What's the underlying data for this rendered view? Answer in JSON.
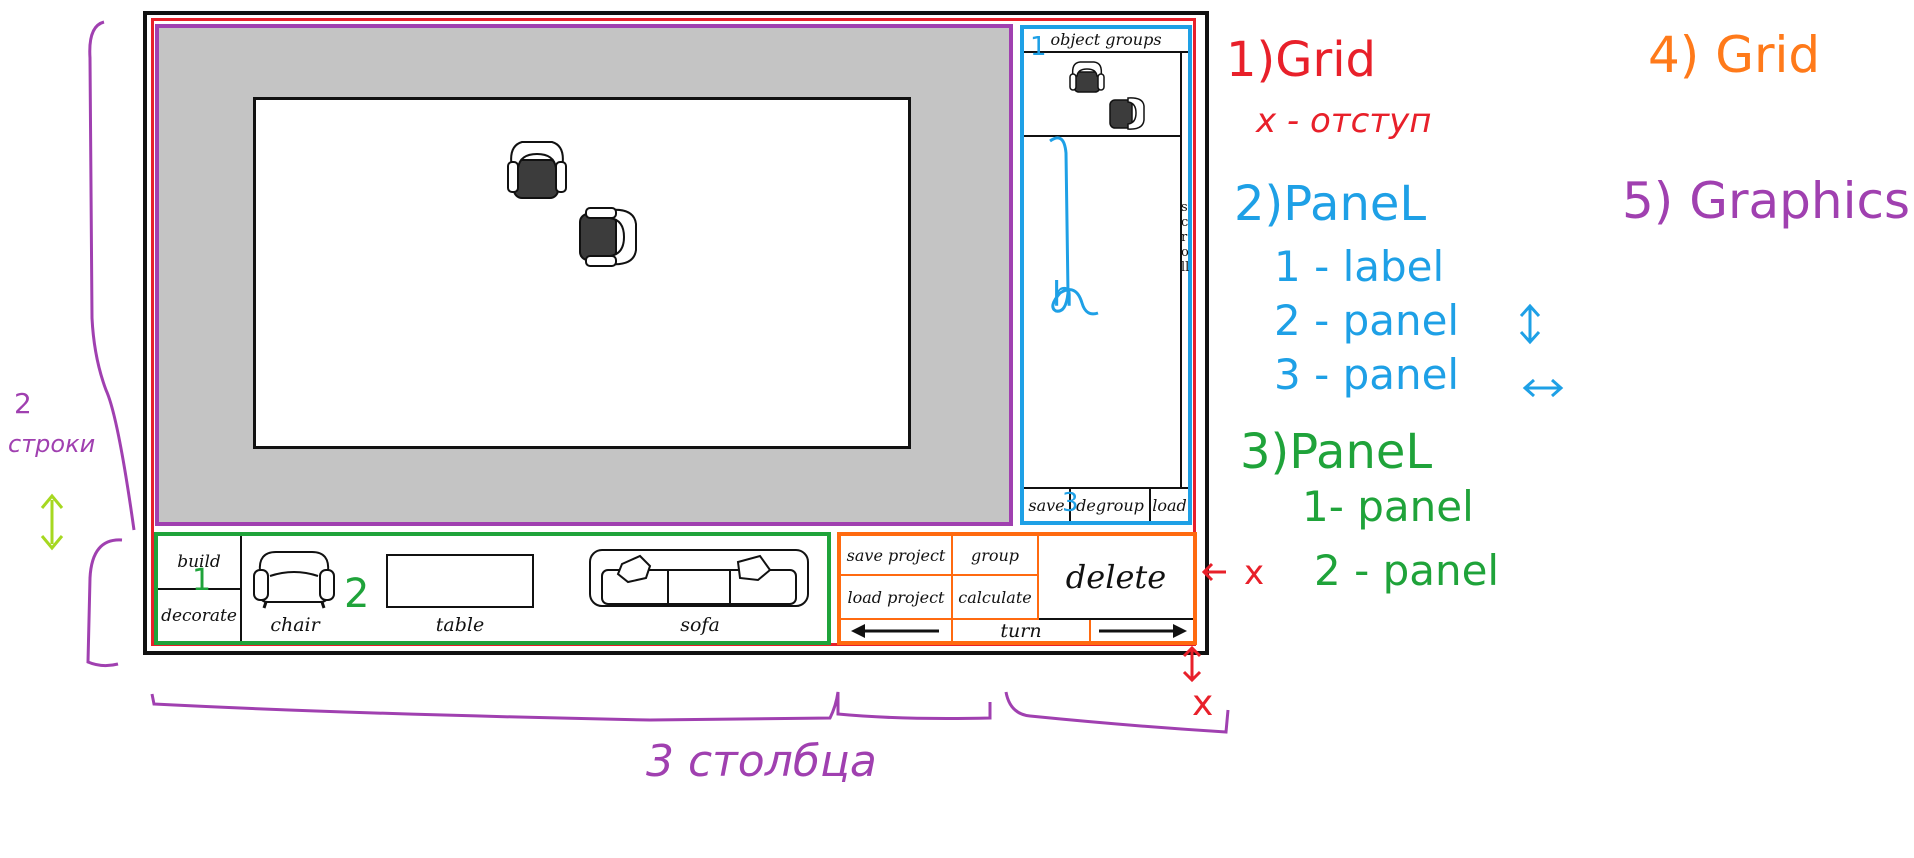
{
  "mockup": {
    "object_groups_label": "object groups",
    "scroll_label": "scroll",
    "side_buttons": {
      "save": "save",
      "degroup": "degroup",
      "load": "load"
    },
    "mode_buttons": {
      "build": "build",
      "decorate": "decorate"
    },
    "furniture": [
      {
        "label": "chair"
      },
      {
        "label": "table"
      },
      {
        "label": "sofa"
      }
    ],
    "actions": {
      "save_project": "save project",
      "group": "group",
      "load_project": "load project",
      "calculate": "calculate",
      "delete": "delete",
      "turn": "turn"
    },
    "badges": {
      "object_groups": "1",
      "side_buttons": "3",
      "modes": "1",
      "furniture": "2"
    }
  },
  "annotations": {
    "grid1": {
      "title": "1)Grid",
      "note": "x - отступ"
    },
    "panel2": {
      "title": "2)PaneL",
      "items": [
        "1 - label",
        "2 - panel",
        "3 - panel"
      ]
    },
    "panel3": {
      "title": "3)PaneL",
      "items": [
        "1- panel",
        "2 - panel"
      ]
    },
    "grid4": {
      "title": "4) Grid"
    },
    "graphics5": {
      "title": "5) Graphics"
    },
    "rows": {
      "count": "2",
      "word": "строки"
    },
    "columns": {
      "text": "3 столбца"
    },
    "x_side": "x",
    "x_bottom": "x",
    "h_mark": "h"
  },
  "colors": {
    "grid1": "#e8202a",
    "panel2": "#1ea0e6",
    "panel3": "#1fa33a",
    "grid4": "#ff7a1a",
    "graphics5": "#a040b0",
    "rows_arrow": "#a6d820"
  }
}
